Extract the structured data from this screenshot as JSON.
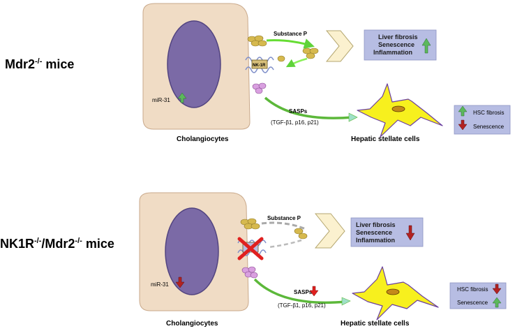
{
  "top": {
    "title_main": "Mdr2",
    "title_sup": "-/-",
    "title_rest": " mice",
    "cell_label": "Cholangiocytes",
    "mirna_label": "miR-31",
    "substance_label": "Substance P",
    "receptor_label": "NK-1R",
    "sasps_label": "SASPs",
    "sasps_detail": "(TGF-β1, p16, p21)",
    "effects": [
      "Liver fibrosis",
      "Senescence",
      "Inflammation"
    ],
    "hsc_label": "Hepatic stellate cells",
    "hsc_effects": [
      "HSC fibrosis",
      "Senescence"
    ],
    "colors": {
      "up": "#5cb85c",
      "down": "#b22222"
    }
  },
  "bottom": {
    "title_main": "NK1R",
    "title_sup1": "-/-",
    "title_mid": "/Mdr2",
    "title_sup2": "-/-",
    "title_rest": " mice",
    "cell_label": "Cholangiocytes",
    "mirna_label": "miR-31",
    "substance_label": "Substance P",
    "sasps_label": "SASPs",
    "sasps_detail": "(TGF-β1, p16, p21)",
    "effects": [
      "Liver fibrosis",
      "Senescence",
      "Inflammation"
    ],
    "hsc_label": "Hepatic stellate cells",
    "hsc_effects": [
      "HSC fibrosis",
      "Senescence"
    ]
  },
  "colors": {
    "cell_fill": "#f0dcc5",
    "nucleus": "#7b6aa6",
    "effect_box": "#b7bde3",
    "ligand": "#d6b94e",
    "sasp": "#d9a0e0",
    "stellate": "#f7f01e",
    "green_arrow": "#66cc33"
  }
}
